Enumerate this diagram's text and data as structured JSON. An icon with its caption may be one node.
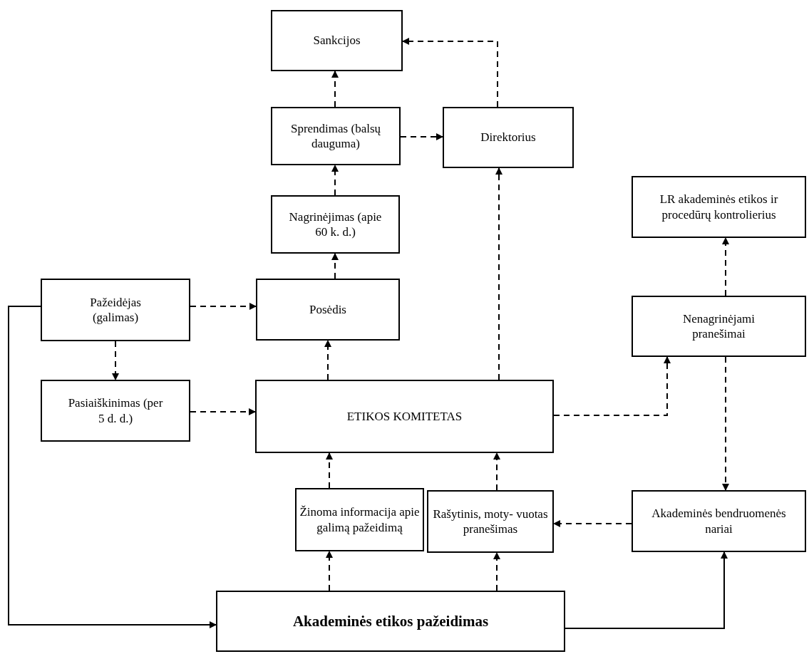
{
  "diagram": {
    "nodes": [
      {
        "text": [
          "Sankcijos"
        ]
      },
      {
        "text": [
          "Sprendimas (balsų dauguma)"
        ]
      },
      {
        "text": [
          "Direktorius"
        ]
      },
      {
        "text": [
          "Nagrinėjimas (apie 60 k. d.)"
        ]
      },
      {
        "text": [
          "LR akademinės etikos ir procedūrų kontrolierius"
        ]
      },
      {
        "text": [
          "Pažeidėjas (galimas)"
        ]
      },
      {
        "text": [
          "Posėdis"
        ]
      },
      {
        "text": [
          "Nenagrinėjami pranešimai"
        ]
      },
      {
        "text": [
          "Pasiaiškinimas (per 5 d. d.)"
        ]
      },
      {
        "text": [
          "ETIKOS KOMITETAS"
        ]
      },
      {
        "text": [
          "Žinoma informacija apie galimą pažeidimą"
        ]
      },
      {
        "text": [
          "Rašytinis, moty- vuotas pranešimas"
        ]
      },
      {
        "text": [
          "Akademinės bendruomenės nariai"
        ]
      },
      {
        "text": [
          "Akademinės etikos pažeidimas"
        ]
      }
    ],
    "edges": [
      {
        "from": 1,
        "to": 0,
        "arrow": "to",
        "style": "dashed"
      },
      {
        "from": 1,
        "to": 2,
        "arrow": "to",
        "style": "dashed"
      },
      {
        "from": 2,
        "to": 0,
        "arrow": "to",
        "style": "dashed"
      },
      {
        "from": 3,
        "to": 1,
        "arrow": "to",
        "style": "dashed"
      },
      {
        "from": 6,
        "to": 3,
        "arrow": "to",
        "style": "dashed"
      },
      {
        "from": 5,
        "to": 6,
        "arrow": "to",
        "style": "dashed"
      },
      {
        "from": 5,
        "to": 8,
        "arrow": "to",
        "style": "dashed"
      },
      {
        "from": 8,
        "to": 9,
        "arrow": "to",
        "style": "dashed"
      },
      {
        "from": 9,
        "to": 6,
        "arrow": "to",
        "style": "dashed"
      },
      {
        "from": 9,
        "to": 2,
        "arrow": "to",
        "style": "dashed"
      },
      {
        "from": 9,
        "to": 7,
        "arrow": "to",
        "style": "dashed"
      },
      {
        "from": 7,
        "to": 4,
        "arrow": "to",
        "style": "dashed"
      },
      {
        "from": 7,
        "to": 12,
        "arrow": "to",
        "style": "dashed"
      },
      {
        "from": 12,
        "to": 11,
        "arrow": "to",
        "style": "dashed"
      },
      {
        "from": 10,
        "to": 9,
        "arrow": "to",
        "style": "dashed"
      },
      {
        "from": 11,
        "to": 9,
        "arrow": "to",
        "style": "dashed"
      },
      {
        "from": 13,
        "to": 10,
        "arrow": "to",
        "style": "dashed"
      },
      {
        "from": 13,
        "to": 11,
        "arrow": "to",
        "style": "dashed"
      },
      {
        "from": 5,
        "to": 13,
        "arrow": "to"
      },
      {
        "from": 13,
        "to": 12,
        "arrow": "to"
      }
    ]
  }
}
